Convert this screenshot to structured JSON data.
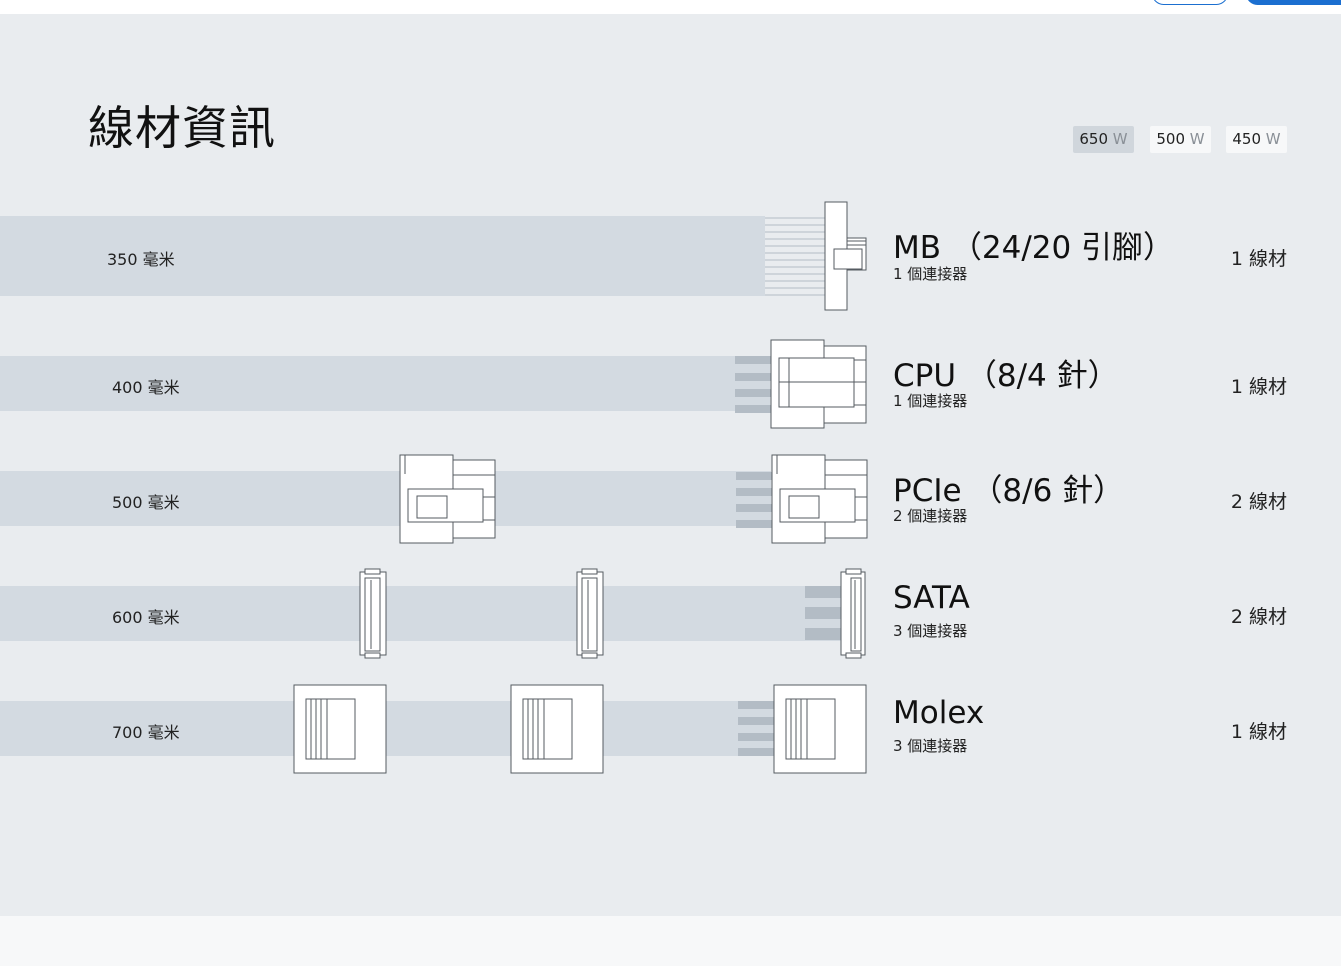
{
  "page": {
    "title": "線材資訊"
  },
  "wattage_tabs": [
    {
      "value": "650",
      "unit": "W",
      "active": true
    },
    {
      "value": "500",
      "unit": "W",
      "active": false
    },
    {
      "value": "450",
      "unit": "W",
      "active": false
    }
  ],
  "cables": [
    {
      "length": "350 毫米",
      "name": "MB （24/20 引腳）",
      "connectors": "1 個連接器",
      "count": "1 線材"
    },
    {
      "length": "400 毫米",
      "name": "CPU （8/4 針）",
      "connectors": "1 個連接器",
      "count": "1 線材"
    },
    {
      "length": "500 毫米",
      "name": "PCIe （8/6 針）",
      "connectors": "2 個連接器",
      "count": "2 線材"
    },
    {
      "length": "600 毫米",
      "name": "SATA",
      "connectors": "3 個連接器",
      "count": "2 線材"
    },
    {
      "length": "700 毫米",
      "name": "Molex",
      "connectors": "3 個連接器",
      "count": "1 線材"
    }
  ],
  "colors": {
    "accent": "#1b6fd0",
    "band": "#d3dae1",
    "panel": "#e9ecef",
    "connector_stroke": "#555b61",
    "wire": "#b3bcc5"
  }
}
